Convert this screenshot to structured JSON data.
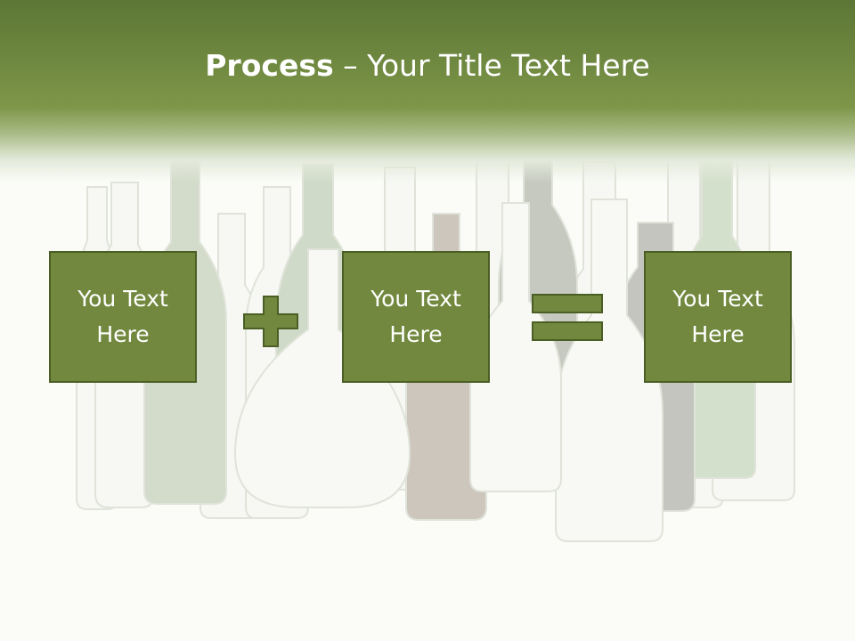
{
  "slide": {
    "title_bold": "Process",
    "title_rest": " – Your Title Text Here",
    "boxes": [
      {
        "text": "You Text Here"
      },
      {
        "text": "You Text Here"
      },
      {
        "text": "You Text Here"
      }
    ],
    "operators": [
      "plus-icon",
      "equals-icon"
    ]
  },
  "colors": {
    "header": "#5c7636",
    "box_fill": "#71883e",
    "box_border": "#4b5f24",
    "text": "#ffffff"
  }
}
